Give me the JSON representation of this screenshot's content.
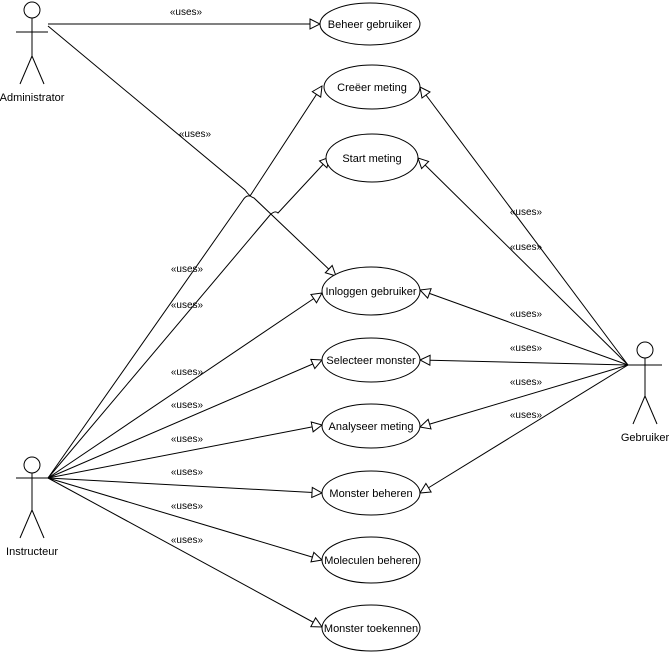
{
  "actors": {
    "administrator": "Administrator",
    "instructeur": "Instructeur",
    "gebruiker": "Gebruiker"
  },
  "use_cases": {
    "beheer_gebruiker": "Beheer gebruiker",
    "creeer_meting": "Creëer meting",
    "start_meting": "Start meting",
    "inloggen_gebruiker": "Inloggen gebruiker",
    "selecteer_monster": "Selecteer monster",
    "analyseer_meting": "Analyseer meting",
    "monster_beheren": "Monster beheren",
    "moleculen_beheren": "Moleculen beheren",
    "monster_toekennen": "Monster toekennen"
  },
  "stereotype": "«uses»"
}
